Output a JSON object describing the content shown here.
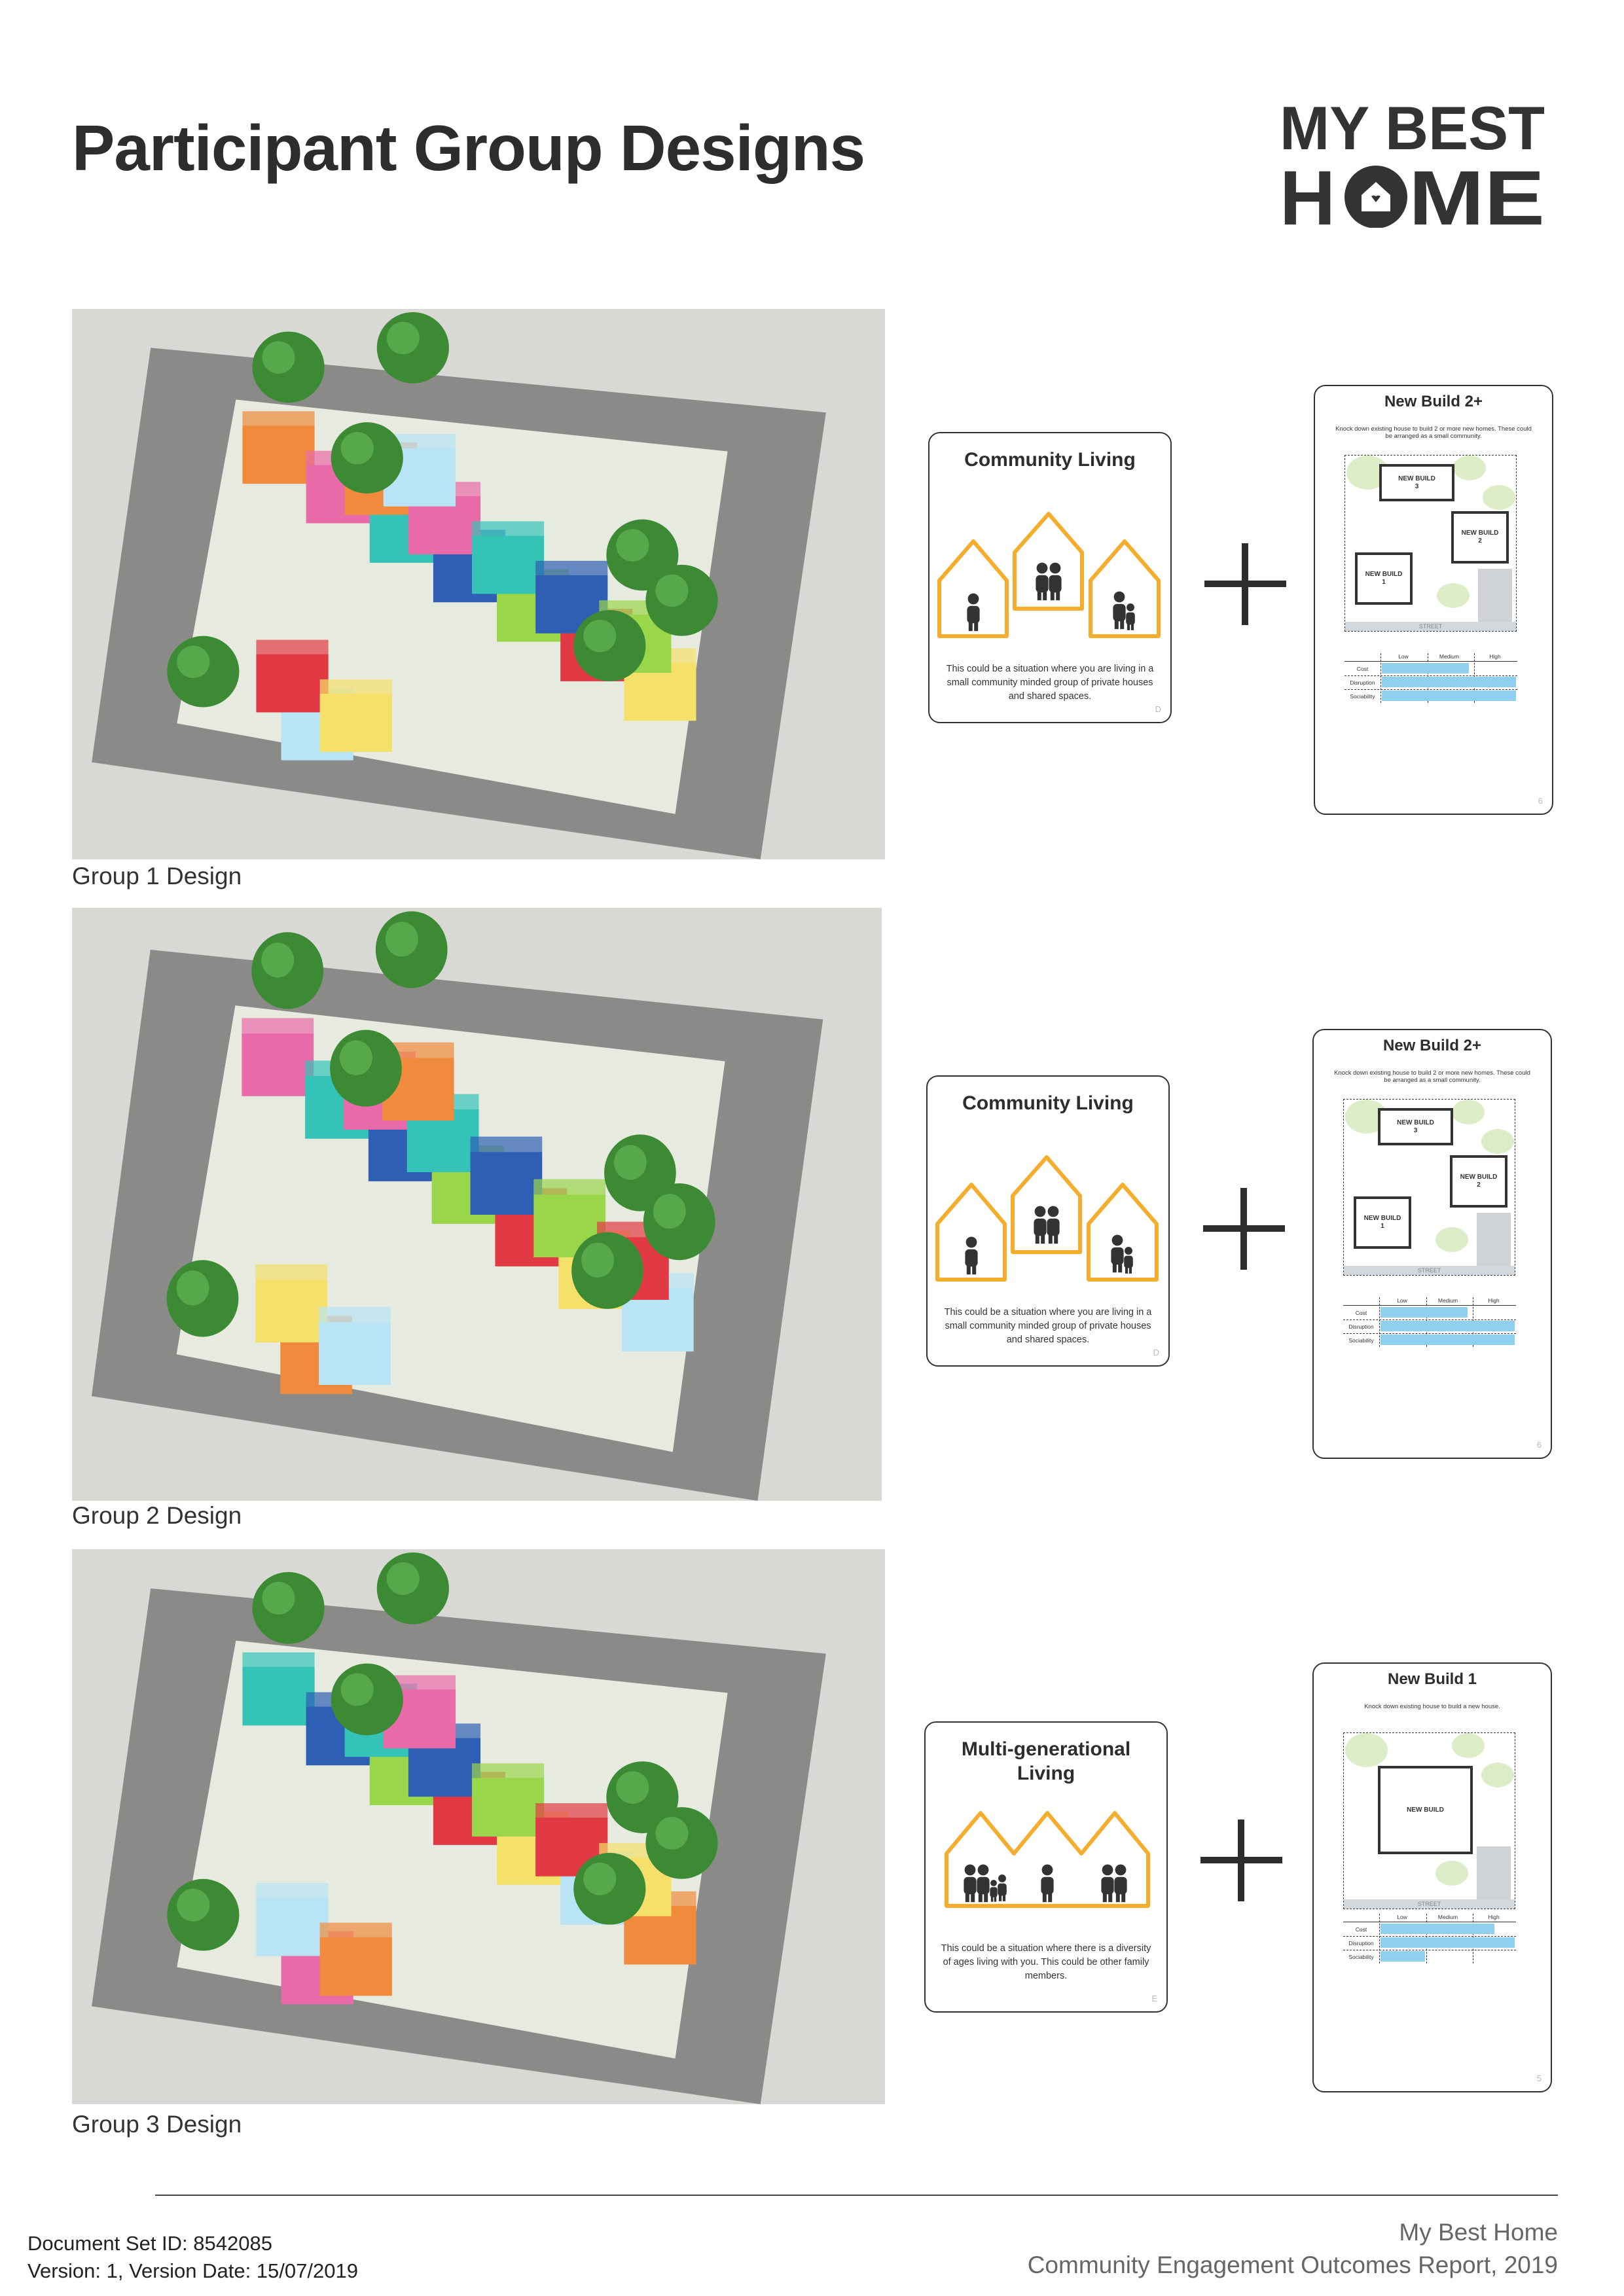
{
  "page": {
    "title": "Participant Group Designs"
  },
  "logo": {
    "line1": "MY BEST",
    "line2": "HOME"
  },
  "groups": [
    {
      "caption": "Group 1 Design",
      "scenario": {
        "title": "Community Living",
        "description": "This could be a situation where you are living in a small community minded group of private houses and shared spaces.",
        "letter": "D",
        "icon": "three-houses-icon"
      },
      "build": {
        "title": "New Build 2+",
        "description": "Knock down existing house to build 2 or more new homes. These could be arranged as a small community.",
        "buildings": [
          "NEW BUILD\n3",
          "NEW BUILD\n2",
          "NEW BUILD\n1"
        ],
        "street": "STREET",
        "page": "6",
        "ratings": {
          "columns": [
            "Low",
            "Medium",
            "High"
          ],
          "rows": [
            {
              "label": "Cost",
              "level": 0.65
            },
            {
              "label": "Disruption",
              "level": 1.0
            },
            {
              "label": "Sociability",
              "level": 1.0
            }
          ]
        }
      }
    },
    {
      "caption": "Group 2 Design",
      "scenario": {
        "title": "Community Living",
        "description": "This could be a situation where you are living in a small community minded group of private houses and shared spaces.",
        "letter": "D",
        "icon": "three-houses-icon"
      },
      "build": {
        "title": "New Build 2+",
        "description": "Knock down existing house to build 2 or more new homes. These could be arranged as a small community.",
        "buildings": [
          "NEW BUILD\n3",
          "NEW BUILD\n2",
          "NEW BUILD\n1"
        ],
        "street": "STREET",
        "page": "6",
        "ratings": {
          "columns": [
            "Low",
            "Medium",
            "High"
          ],
          "rows": [
            {
              "label": "Cost",
              "level": 0.65
            },
            {
              "label": "Disruption",
              "level": 1.0
            },
            {
              "label": "Sociability",
              "level": 1.0
            }
          ]
        }
      }
    },
    {
      "caption": "Group 3 Design",
      "scenario": {
        "title": "Multi-generational Living",
        "description": "This could be a situation where there is a diversity of ages living with you. This could be other family members.",
        "letter": "E",
        "icon": "multigenerational-house-icon"
      },
      "build": {
        "title": "New Build 1",
        "description": "Knock down existing house to build a new house.",
        "buildings": [
          "NEW BUILD"
        ],
        "street": "STREET",
        "page": "5",
        "ratings": {
          "columns": [
            "Low",
            "Medium",
            "High"
          ],
          "rows": [
            {
              "label": "Cost",
              "level": 0.85
            },
            {
              "label": "Disruption",
              "level": 1.0
            },
            {
              "label": "Sociability",
              "level": 0.33
            }
          ]
        }
      }
    }
  ],
  "footer": {
    "doc_id": "Document Set ID: 8542085",
    "version": "Version: 1, Version Date: 15/07/2019",
    "org": "My Best Home",
    "report": "Community Engagement Outcomes Report, 2019"
  },
  "colors": {
    "accent": "#f5ad2e",
    "bar": "#8fd0ee",
    "text": "#2d2d2d"
  }
}
